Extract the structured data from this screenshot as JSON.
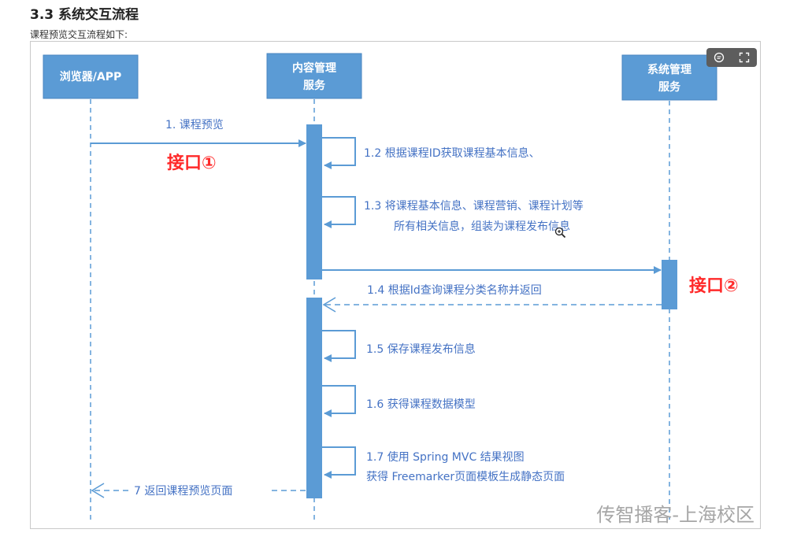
{
  "heading": "3.3 系统交互流程",
  "intro": "课程预览交互流程如下:",
  "toolbar": {
    "comment_icon": "comment-icon",
    "expand_icon": "fullscreen-icon"
  },
  "colors": {
    "box": "#5b9bd5",
    "arrow": "#5b9bd5",
    "label": "#4472c4",
    "interface": "#ff2a2a",
    "watermark": "#a6a6a6"
  },
  "diagram": {
    "participants": {
      "browser": "浏览器/APP",
      "content_l1": "内容管理",
      "content_l2": "服务",
      "system_l1": "系统管理",
      "system_l2": "服务"
    },
    "messages": {
      "m1": "1. 课程预览",
      "m12": "1.2 根据课程ID获取课程基本信息、",
      "m13_l1": "1.3 将课程基本信息、课程营销、课程计划等",
      "m13_l2": "所有相关信息，组装为课程发布信息",
      "m14": "1.4 根据Id查询课程分类名称并返回",
      "m15": "1.5 保存课程发布信息",
      "m16": "1.6 获得课程数据模型",
      "m17_l1": "1.7 使用 Spring MVC 结果视图",
      "m17_l2": "获得 Freemarker页面模板生成静态页面",
      "m7": "7 返回课程预览页面"
    },
    "interface1": "接口①",
    "interface2": "接口②",
    "watermark": "传智播客-上海校区"
  }
}
